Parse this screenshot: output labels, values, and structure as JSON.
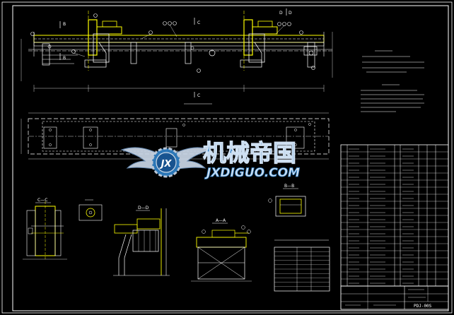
{
  "watermark": {
    "title_cn": "机械帝国",
    "site": "JXDIGUO.COM",
    "logo_letters": "JX"
  },
  "sections": {
    "b_b": "B—B",
    "c_c": "C—C",
    "d_d": "D—D",
    "a_a": "A—A",
    "section_b_top": "B",
    "section_b_bottom": "B",
    "section_c_top": "C",
    "section_c_bottom": "C",
    "section_d": "D",
    "section_d2": "D"
  },
  "title_block": {
    "drawing_no": "PDJ-00S"
  },
  "colors": {
    "background": "#000000",
    "yellow": "#ffff00",
    "white": "#ffffff",
    "cyan": "#00ffff",
    "red": "#ff3030",
    "watermark_blue": "#2f7fc4"
  },
  "icons": {
    "logo": "winged-gear-logo"
  }
}
